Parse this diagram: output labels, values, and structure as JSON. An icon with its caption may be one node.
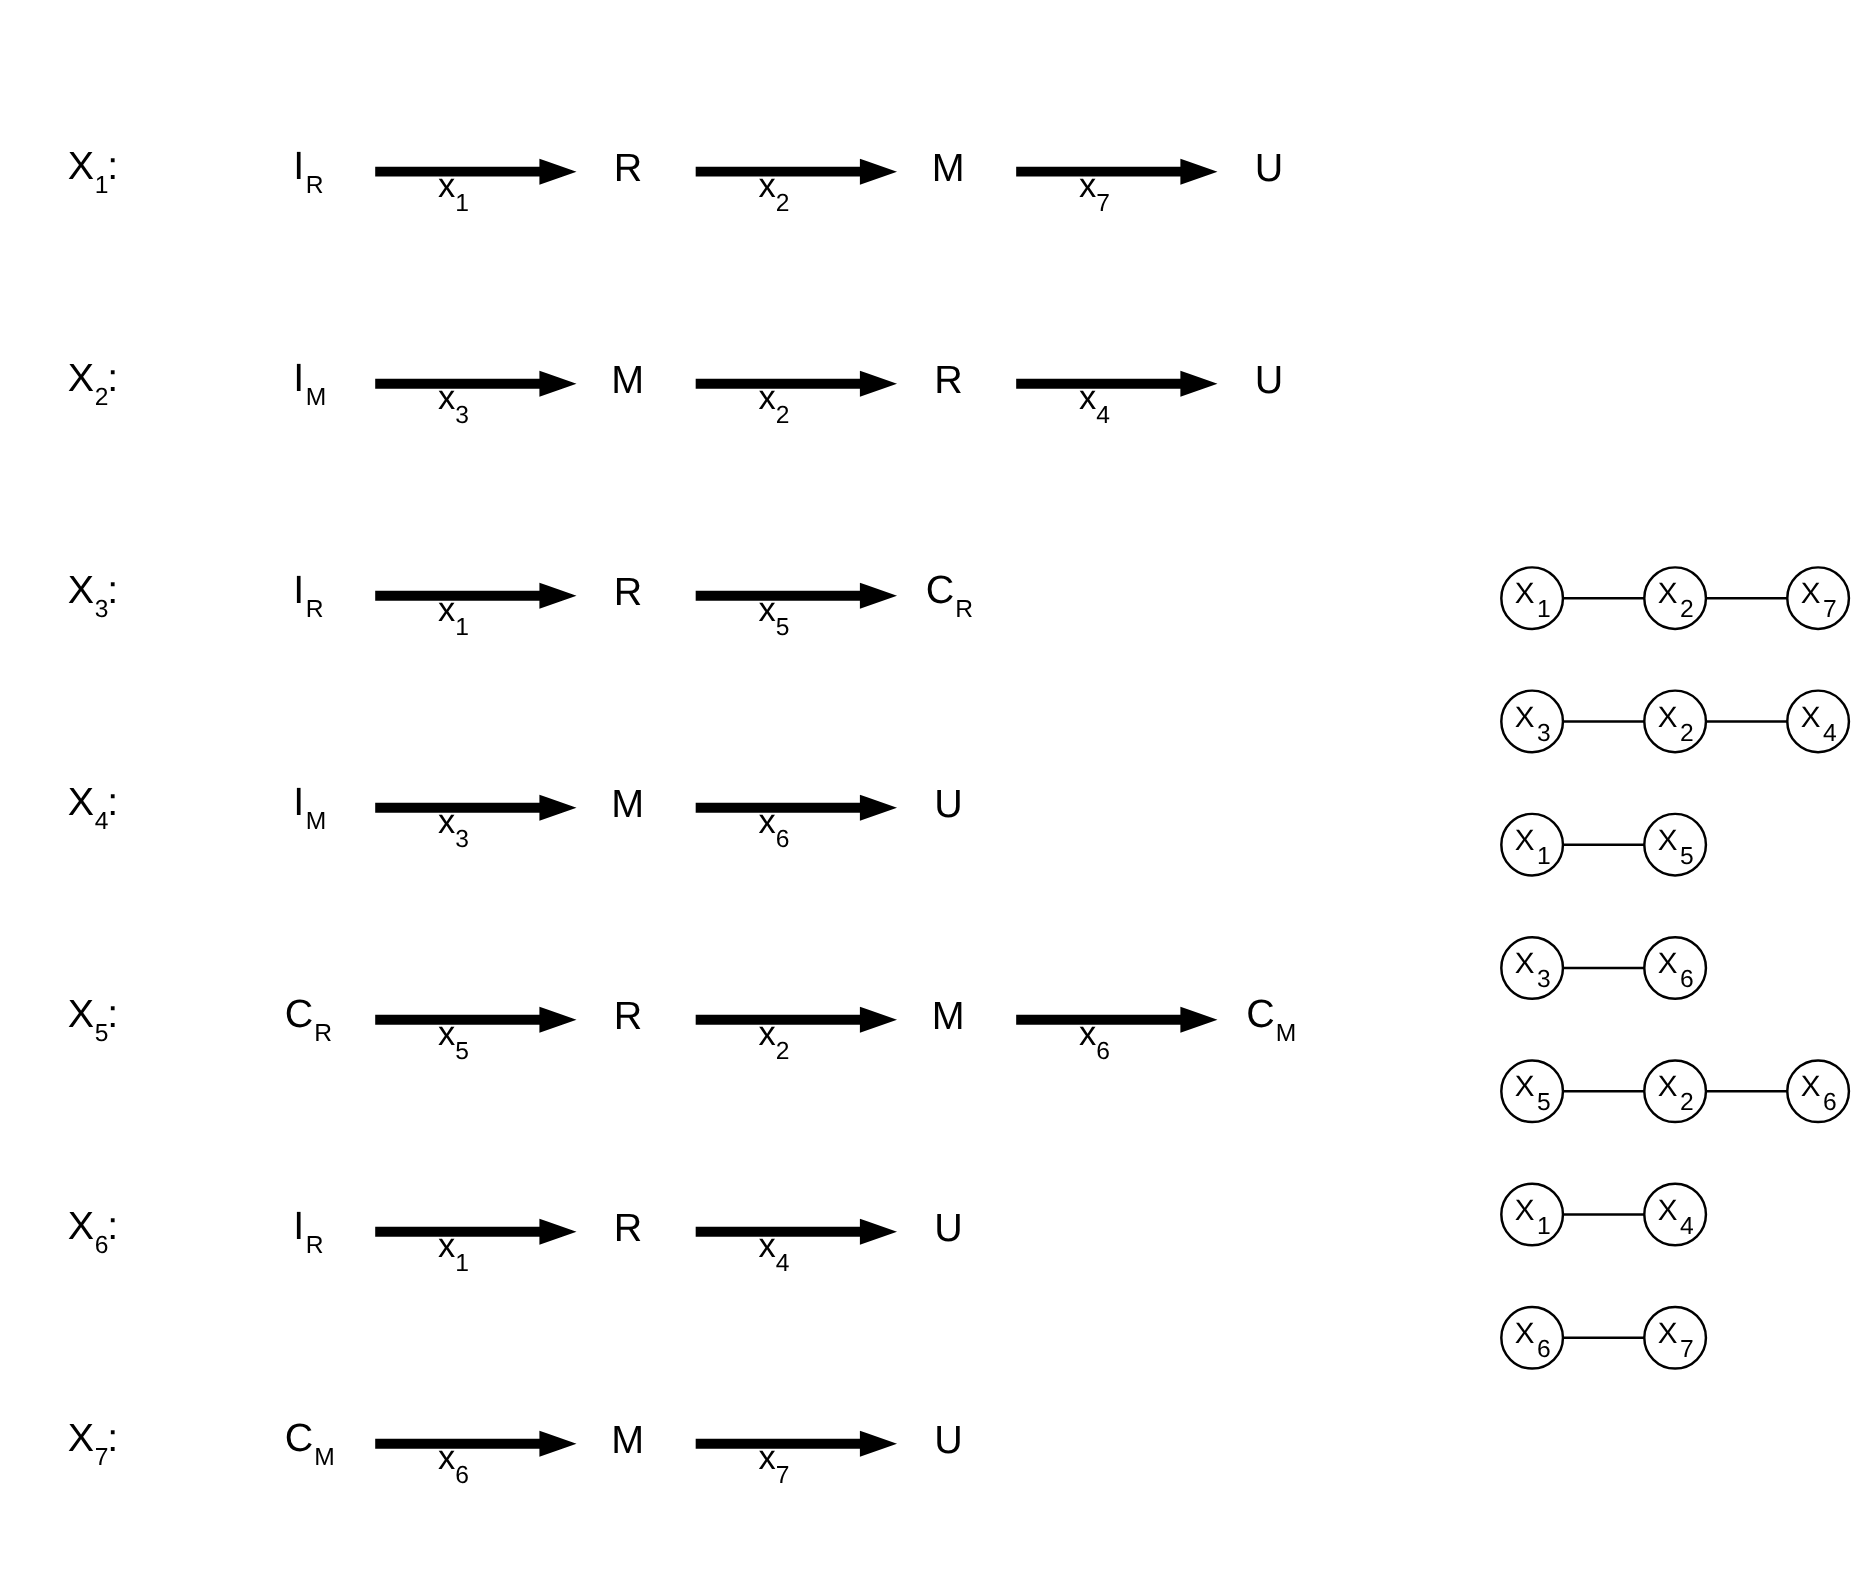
{
  "diagram": {
    "nodes": [
      {
        "text": [
          "I$_{R}$"
        ]
      },
      {
        "text": [
          "R"
        ]
      },
      {
        "text": [
          "M"
        ]
      },
      {
        "text": [
          "U"
        ]
      },
      {
        "text": [
          "X$_{1}$"
        ]
      },
      {
        "text": [
          "X$_{2}$"
        ]
      },
      {
        "text": [
          "X$_{7}$"
        ]
      },
      {
        "text": [
          "I$_{M}$"
        ]
      },
      {
        "text": [
          "M"
        ]
      },
      {
        "text": [
          "R"
        ]
      },
      {
        "text": [
          "U"
        ]
      },
      {
        "text": [
          "X$_{3}$"
        ]
      },
      {
        "text": [
          "X$_{2}$"
        ]
      },
      {
        "text": [
          "X$_{4}$"
        ]
      },
      {
        "text": [
          "I$_{R}$"
        ]
      },
      {
        "text": [
          "R"
        ]
      },
      {
        "text": [
          "C$_{R}$"
        ]
      },
      {
        "text": [
          "X$_{1}$"
        ]
      },
      {
        "text": [
          "X$_{5}$"
        ]
      },
      {
        "text": [
          "I$_{M}$"
        ]
      },
      {
        "text": [
          "M"
        ]
      },
      {
        "text": [
          "U"
        ]
      },
      {
        "text": [
          "X$_{3}$"
        ]
      },
      {
        "text": [
          "X$_{6}$"
        ]
      },
      {
        "text": [
          "C$_{R}$"
        ]
      },
      {
        "text": [
          "R"
        ]
      },
      {
        "text": [
          "M"
        ]
      },
      {
        "text": [
          "C$_{M}$"
        ]
      },
      {
        "text": [
          "X$_{5}$"
        ]
      },
      {
        "text": [
          "X$_{2}$"
        ]
      },
      {
        "text": [
          "X$_{6}$"
        ]
      },
      {
        "text": [
          "I$_{R}$"
        ]
      },
      {
        "text": [
          "R"
        ]
      },
      {
        "text": [
          "U"
        ]
      },
      {
        "text": [
          "X$_{1}$"
        ]
      },
      {
        "text": [
          "X$_{4}$"
        ]
      },
      {
        "text": [
          "C$_{M}$"
        ]
      },
      {
        "text": [
          "M"
        ]
      },
      {
        "text": [
          "U"
        ]
      },
      {
        "text": [
          "X$_{6}$"
        ]
      },
      {
        "text": [
          "X$_{7}$"
        ]
      }
    ],
    "edges": [
      {
        "from": 0,
        "to": 1,
        "arrow": "to",
        "label": "x$_{1}$"
      },
      {
        "from": 1,
        "to": 2,
        "arrow": "to",
        "label": "x$_{2}$"
      },
      {
        "from": 2,
        "to": 3,
        "arrow": "to",
        "label": "x$_{7}$"
      },
      {
        "from": 4,
        "to": 5,
        "arrow": "none"
      },
      {
        "from": 5,
        "to": 6,
        "arrow": "none"
      },
      {
        "from": 7,
        "to": 8,
        "arrow": "to",
        "label": "x$_{3}$"
      },
      {
        "from": 8,
        "to": 9,
        "arrow": "to",
        "label": "x$_{2}$"
      },
      {
        "from": 9,
        "to": 10,
        "arrow": "to",
        "label": "x$_{4}$"
      },
      {
        "from": 11,
        "to": 12,
        "arrow": "none"
      },
      {
        "from": 12,
        "to": 13,
        "arrow": "none"
      },
      {
        "from": 14,
        "to": 15,
        "arrow": "to",
        "label": "x$_{1}$"
      },
      {
        "from": 15,
        "to": 16,
        "arrow": "to",
        "label": "x$_{5}$"
      },
      {
        "from": 17,
        "to": 18,
        "arrow": "none"
      },
      {
        "from": 19,
        "to": 20,
        "arrow": "to",
        "label": "x$_{3}$"
      },
      {
        "from": 20,
        "to": 21,
        "arrow": "to",
        "label": "x$_{6}$"
      },
      {
        "from": 22,
        "to": 23,
        "arrow": "none"
      },
      {
        "from": 24,
        "to": 25,
        "arrow": "to",
        "label": "x$_{5}$"
      },
      {
        "from": 25,
        "to": 26,
        "arrow": "to",
        "label": "x$_{2}$"
      },
      {
        "from": 26,
        "to": 27,
        "arrow": "to",
        "label": "x$_{6}$"
      },
      {
        "from": 28,
        "to": 29,
        "arrow": "none"
      },
      {
        "from": 29,
        "to": 30,
        "arrow": "none"
      },
      {
        "from": 31,
        "to": 32,
        "arrow": "to",
        "label": "x$_{1}$"
      },
      {
        "from": 32,
        "to": 33,
        "arrow": "to",
        "label": "x$_{4}$"
      },
      {
        "from": 34,
        "to": 35,
        "arrow": "none"
      },
      {
        "from": 36,
        "to": 37,
        "arrow": "to",
        "label": "x$_{6}$"
      },
      {
        "from": 37,
        "to": 38,
        "arrow": "to",
        "label": "x$_{7}$"
      },
      {
        "from": 39,
        "to": 40,
        "arrow": "none"
      }
    ],
    "labels": [
      "X$_{1}$:",
      "X$_{2}$:",
      "X$_{3}$:",
      "X$_{4}$:",
      "X$_{5}$:",
      "X$_{6}$:",
      "X$_{7}$:"
    ]
  }
}
